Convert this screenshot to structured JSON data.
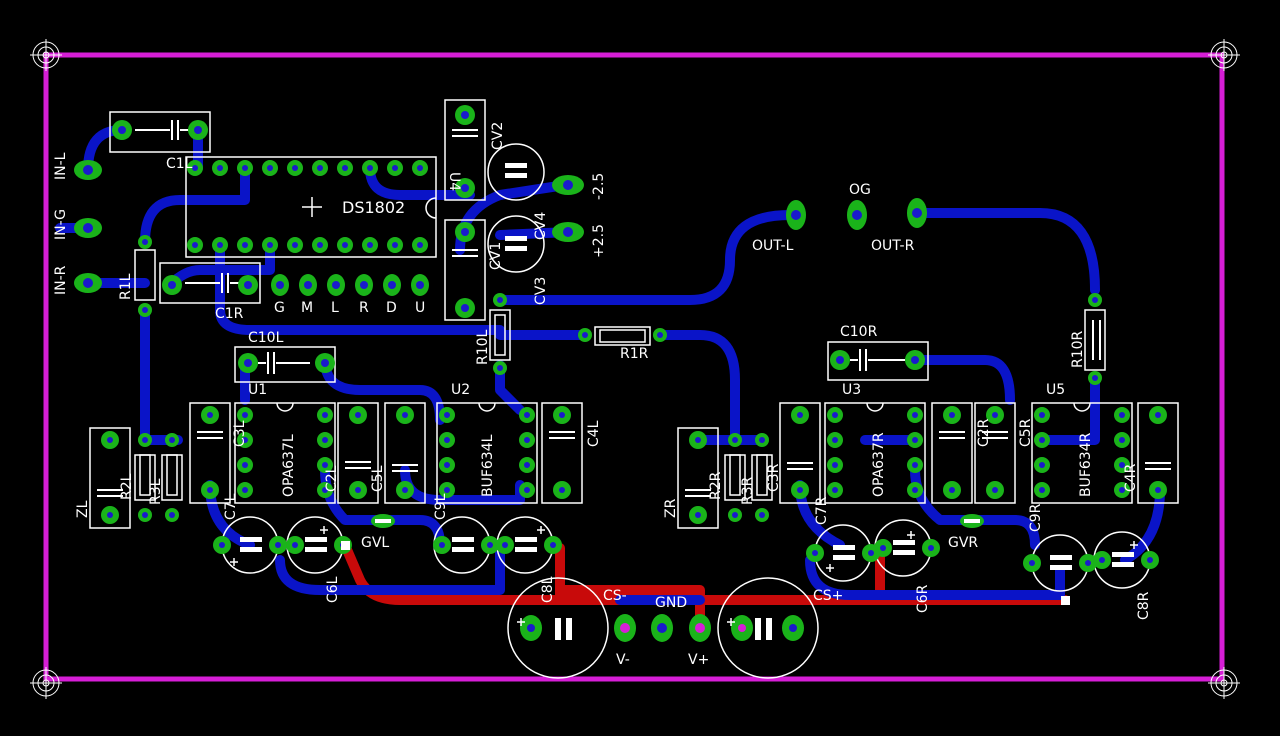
{
  "colors": {
    "background": "#000000",
    "board_outline": "#d61ed6",
    "trace_bottom": "#0a14c8",
    "trace_top": "#c80a0a",
    "pad": "#1ab31a",
    "via_hole": "#1a1acc",
    "silkscreen": "#ffffff"
  },
  "labels": {
    "in_l": "IN-L",
    "in_g": "IN-G",
    "in_r": "IN-R",
    "c1l": "C1L",
    "c1r": "C1R",
    "r1l": "R1L",
    "ds1802": "DS1802",
    "u4": "U4",
    "cv1": "CV1",
    "cv2": "CV2",
    "cv3": "CV3",
    "cv4": "CV4",
    "neg25": "-2.5",
    "pos25": "+2.5",
    "pin_g": "G",
    "pin_m": "M",
    "pin_l": "L",
    "pin_r": "R",
    "pin_d": "D",
    "pin_u": "U",
    "out_l": "OUT-L",
    "out_r": "OUT-R",
    "og": "OG",
    "r10l": "R10L",
    "r10r": "R10R",
    "r1r": "R1R",
    "c10l": "C10L",
    "c10r": "C10R",
    "u1": "U1",
    "u2": "U2",
    "u3": "U3",
    "u5": "U5",
    "c3l": "C3L",
    "c3r": "C3R",
    "opa637l": "OPA637L",
    "opa637r": "OPA637R",
    "buf634l": "BUF634L",
    "buf634r": "BUF634R",
    "c2l": "C2L",
    "c2r": "C2R",
    "c5l": "C5L",
    "c5r": "C5R",
    "c4l": "C4L",
    "c4r": "C4R",
    "c7l": "C7L",
    "c7r": "C7R",
    "c9l": "C9L",
    "c9r": "C9R",
    "c6l": "C6L",
    "c6r": "C6R",
    "c8l": "C8L",
    "c8r": "C8R",
    "gvl": "GVL",
    "gvr": "GVR",
    "zl": "ZL",
    "zr": "ZR",
    "r2l": "R2L",
    "r3l": "R3L",
    "r2r": "R2R",
    "r3r": "R3R",
    "cs_minus": "CS-",
    "cs_plus": "CS+",
    "gnd": "GND",
    "v_minus": "V-",
    "v_plus": "V+"
  }
}
